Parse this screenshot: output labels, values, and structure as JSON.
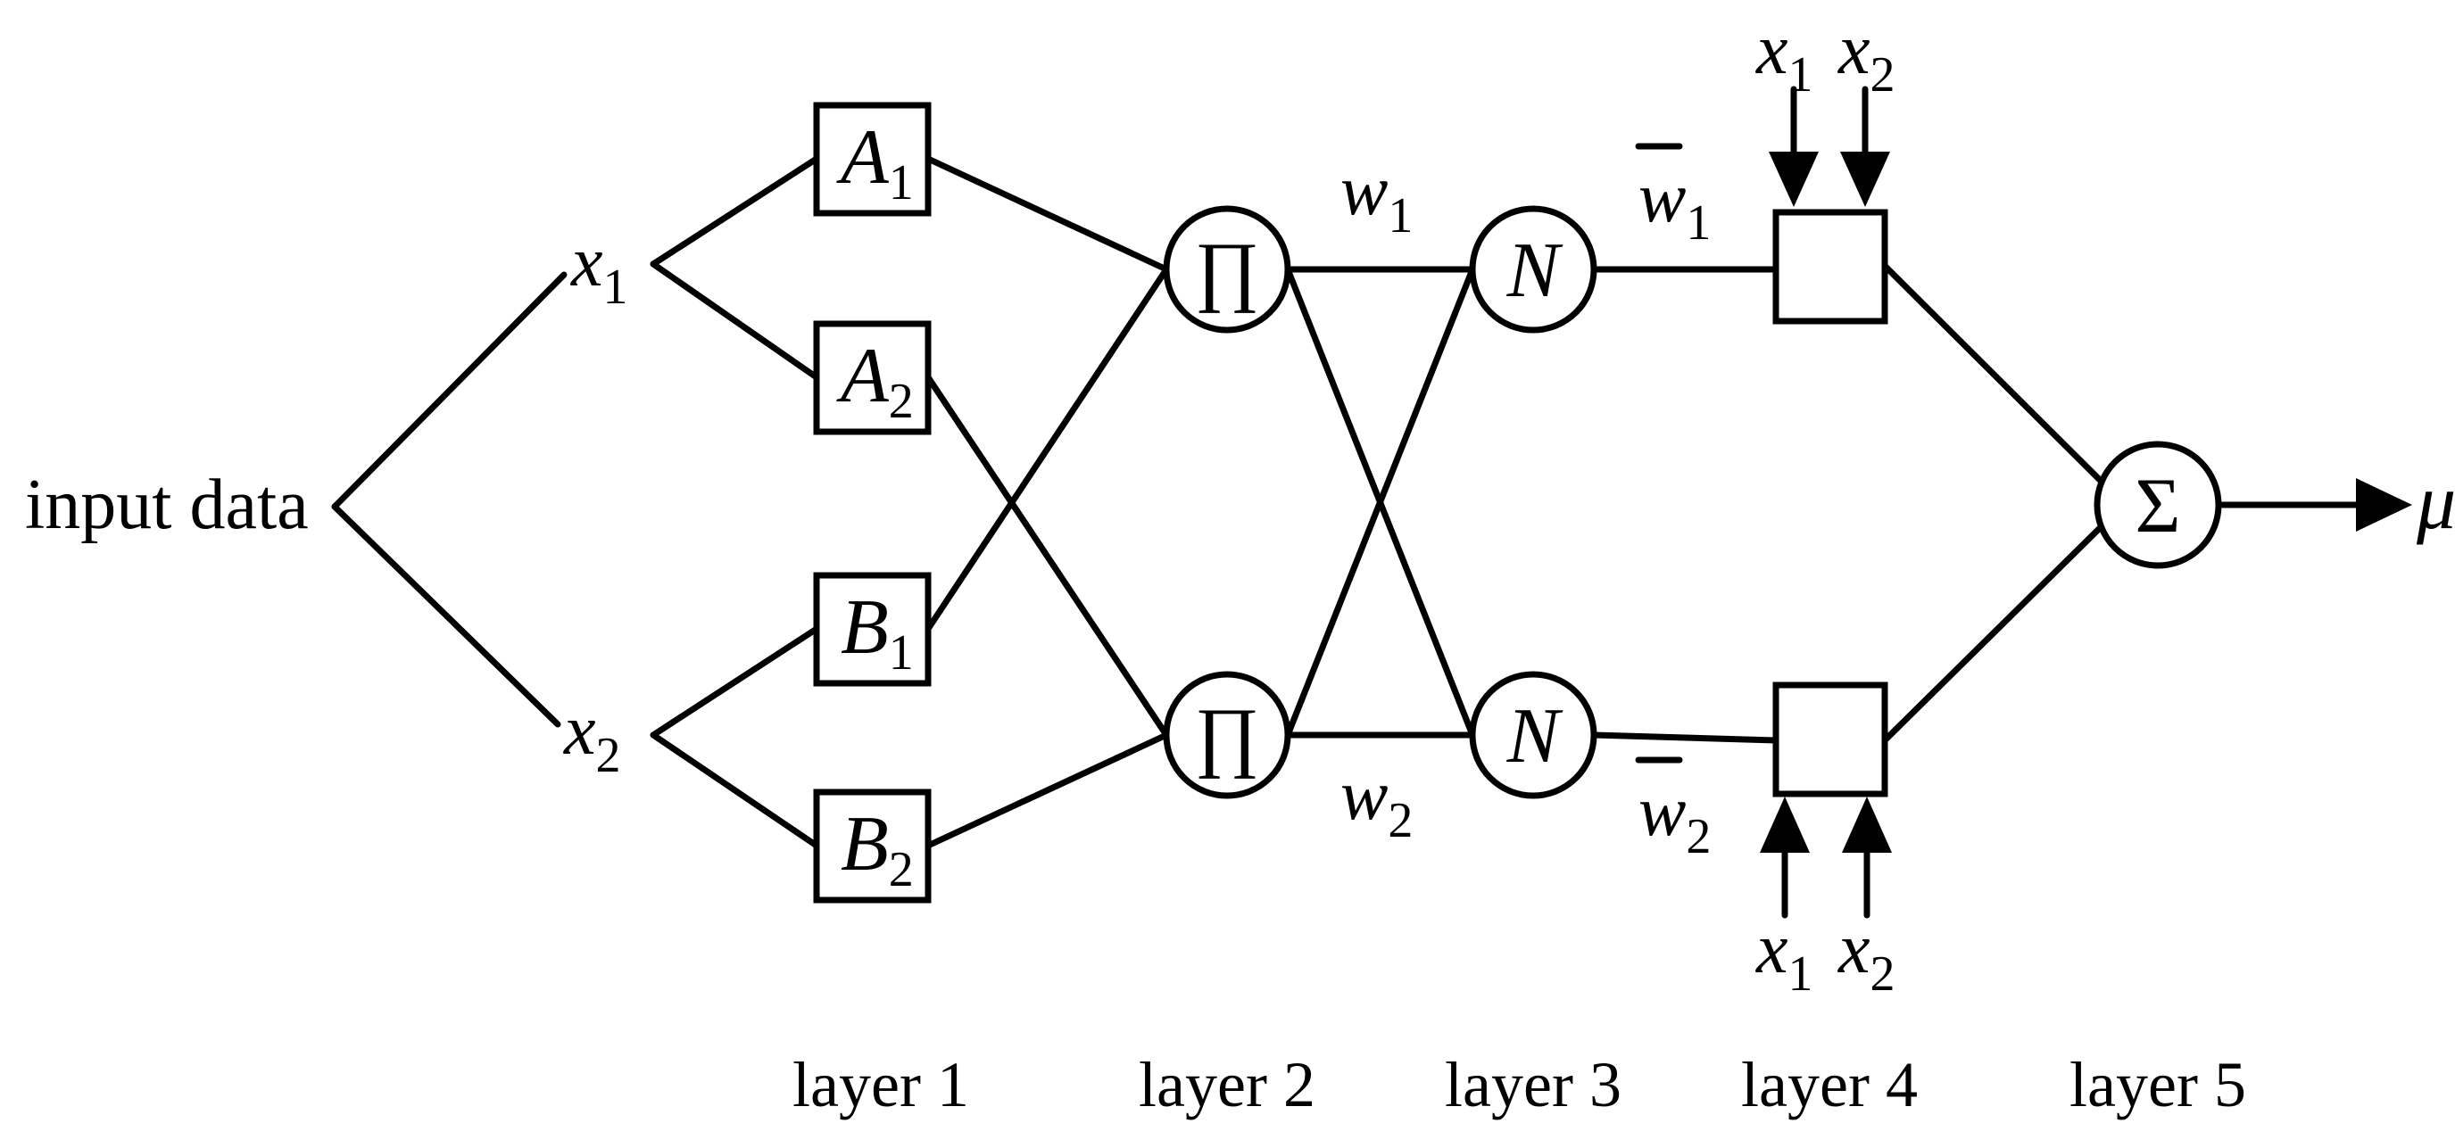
{
  "input_label": "input data",
  "inputs": [
    {
      "name": "x",
      "sub": "1"
    },
    {
      "name": "x",
      "sub": "2"
    }
  ],
  "layer1_nodes": [
    {
      "name": "A",
      "sub": "1"
    },
    {
      "name": "A",
      "sub": "2"
    },
    {
      "name": "B",
      "sub": "1"
    },
    {
      "name": "B",
      "sub": "2"
    }
  ],
  "layer2_symbol": "∏",
  "layer3_symbol": "N",
  "layer5_symbol": "Σ",
  "weights": [
    {
      "name": "w",
      "sub": "1"
    },
    {
      "name": "w",
      "sub": "2"
    }
  ],
  "normalized_weights": [
    {
      "name": "w",
      "sub": "1"
    },
    {
      "name": "w",
      "sub": "2"
    }
  ],
  "layer4_inputs": [
    {
      "name": "x",
      "sub": "1"
    },
    {
      "name": "x",
      "sub": "2"
    }
  ],
  "output_label": "μ",
  "layers": [
    "layer 1",
    "layer 2",
    "layer 3",
    "layer 4",
    "layer 5"
  ]
}
